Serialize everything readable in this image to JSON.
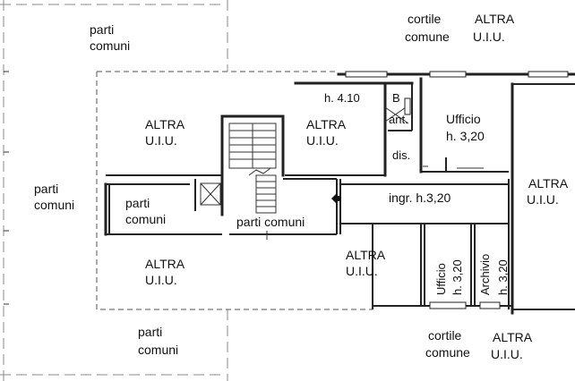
{
  "labels": {
    "parti_comuni_top_1": "parti",
    "parti_comuni_top_2": "comuni",
    "cortile_top_1": "cortile",
    "cortile_top_2": "comune",
    "altra_top_1": "ALTRA",
    "altra_top_2": "U.I.U.",
    "h410": "h. 4.10",
    "b": "B",
    "ant": "ant.",
    "ufficio_1": "Ufficio",
    "ufficio_2": "h. 3,20",
    "altra_nw_1": "ALTRA",
    "altra_nw_2": "U.I.U.",
    "altra_nc_1": "ALTRA",
    "altra_nc_2": "U.I.U.",
    "dis": "dis.",
    "parti_left_1": "parti",
    "parti_left_2": "comuni",
    "parti_inner_1": "parti",
    "parti_inner_2": "comuni",
    "parti_corr": "parti comuni",
    "ingr": "ingr. h.3,20",
    "altra_e_1": "ALTRA",
    "altra_e_2": "U.I.U.",
    "altra_sw_1": "ALTRA",
    "altra_sw_2": "U.I.U.",
    "altra_sc_1": "ALTRA",
    "altra_sc_2": "U.I.U.",
    "ufficio_v_1": "Ufficio",
    "ufficio_v_2": "h. 3,20",
    "archivio_v_1": "Archivio",
    "archivio_v_2": "h. 3,20",
    "parti_bottom_1": "parti",
    "parti_bottom_2": "comuni",
    "cortile_bottom_1": "cortile",
    "cortile_bottom_2": "comune",
    "altra_bottom_1": "ALTRA",
    "altra_bottom_2": "U.I.U."
  }
}
